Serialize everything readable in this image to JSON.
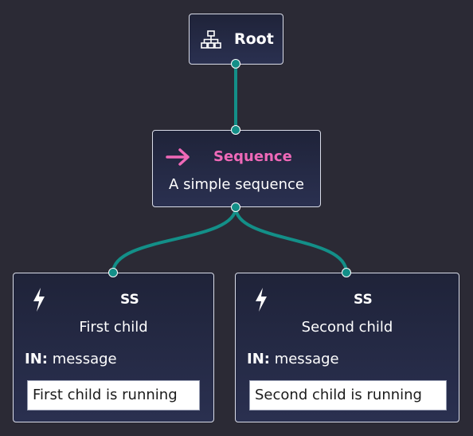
{
  "colors": {
    "background": "#2b2a35",
    "edge": "#138f88",
    "node_border": "#d9dce8",
    "sequence_accent": "#ef69b8"
  },
  "root": {
    "icon": "hierarchy-icon",
    "label": "Root"
  },
  "sequence": {
    "icon": "arrow-right-icon",
    "title": "Sequence",
    "description": "A simple sequence"
  },
  "children": [
    {
      "icon": "lightning-bolt-icon",
      "title": "SS",
      "description": "First child",
      "input_label": "IN:",
      "input_name": "message",
      "input_value": "First child is running"
    },
    {
      "icon": "lightning-bolt-icon",
      "title": "SS",
      "description": "Second child",
      "input_label": "IN:",
      "input_name": "message",
      "input_value": "Second child is running"
    }
  ]
}
